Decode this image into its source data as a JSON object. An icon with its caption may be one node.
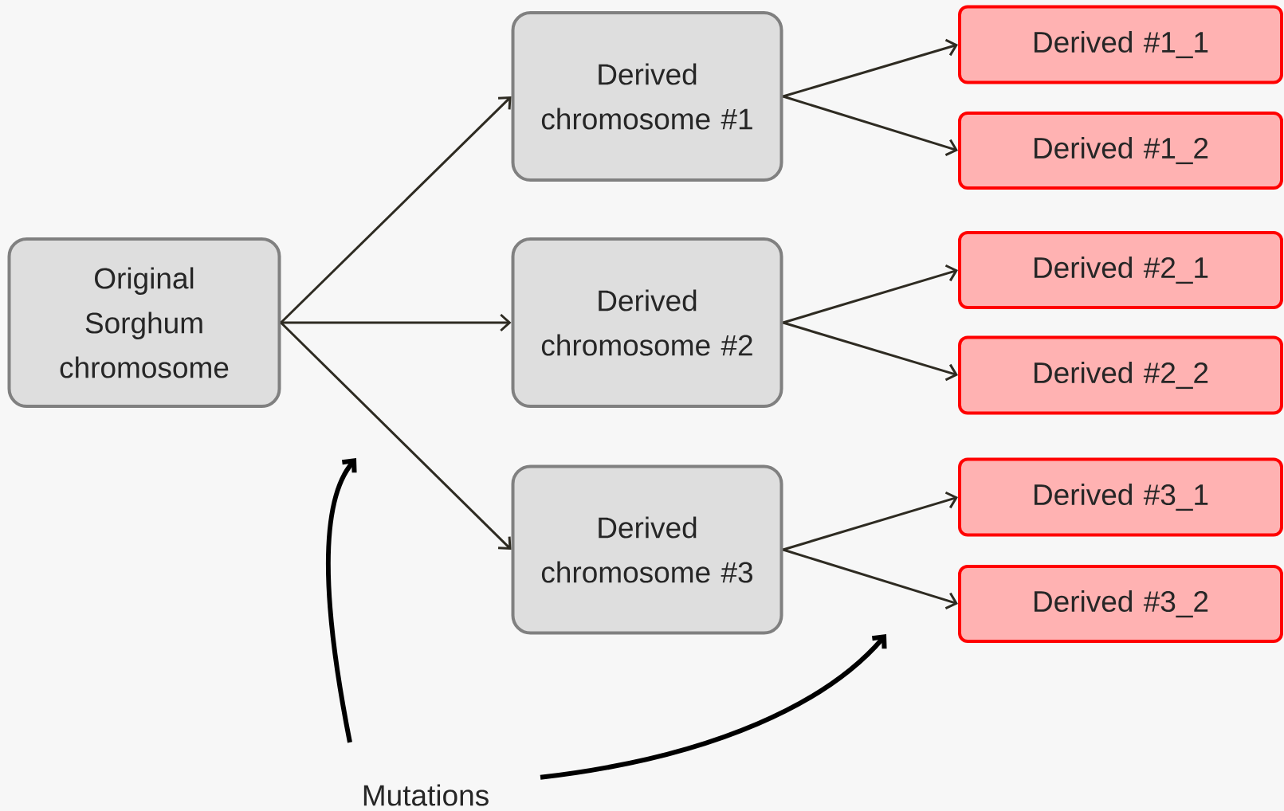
{
  "diagram": {
    "nodes": [
      {
        "text": [
          "Original Sorghum chromosome"
        ]
      },
      {
        "text": [
          "Derived chromosome #1"
        ]
      },
      {
        "text": [
          "Derived chromosome #2"
        ]
      },
      {
        "text": [
          "Derived chromosome #3"
        ]
      },
      {
        "text": [
          "Derived #1_1"
        ]
      },
      {
        "text": [
          "Derived #1_2"
        ]
      },
      {
        "text": [
          "Derived #2_1"
        ]
      },
      {
        "text": [
          "Derived #2_2"
        ]
      },
      {
        "text": [
          "Derived #3_1"
        ]
      },
      {
        "text": [
          "Derived #3_2"
        ]
      },
      {
        "text": [
          "Mutations"
        ]
      }
    ],
    "edges": [
      {
        "from": 0,
        "to": 1,
        "arrow": "to"
      },
      {
        "from": 0,
        "to": 2,
        "arrow": "to"
      },
      {
        "from": 0,
        "to": 3,
        "arrow": "to"
      },
      {
        "from": 1,
        "to": 4,
        "arrow": "to"
      },
      {
        "from": 1,
        "to": 5,
        "arrow": "to"
      },
      {
        "from": 2,
        "to": 6,
        "arrow": "to"
      },
      {
        "from": 2,
        "to": 7,
        "arrow": "to"
      },
      {
        "from": 3,
        "to": 8,
        "arrow": "to"
      },
      {
        "from": 3,
        "to": 9,
        "arrow": "to"
      },
      {
        "from": 10,
        "to": null,
        "arrow": "to",
        "style": "thick",
        "color": "#000000"
      },
      {
        "from": 10,
        "to": null,
        "arrow": "to",
        "style": "thick",
        "color": "#000000"
      }
    ]
  }
}
